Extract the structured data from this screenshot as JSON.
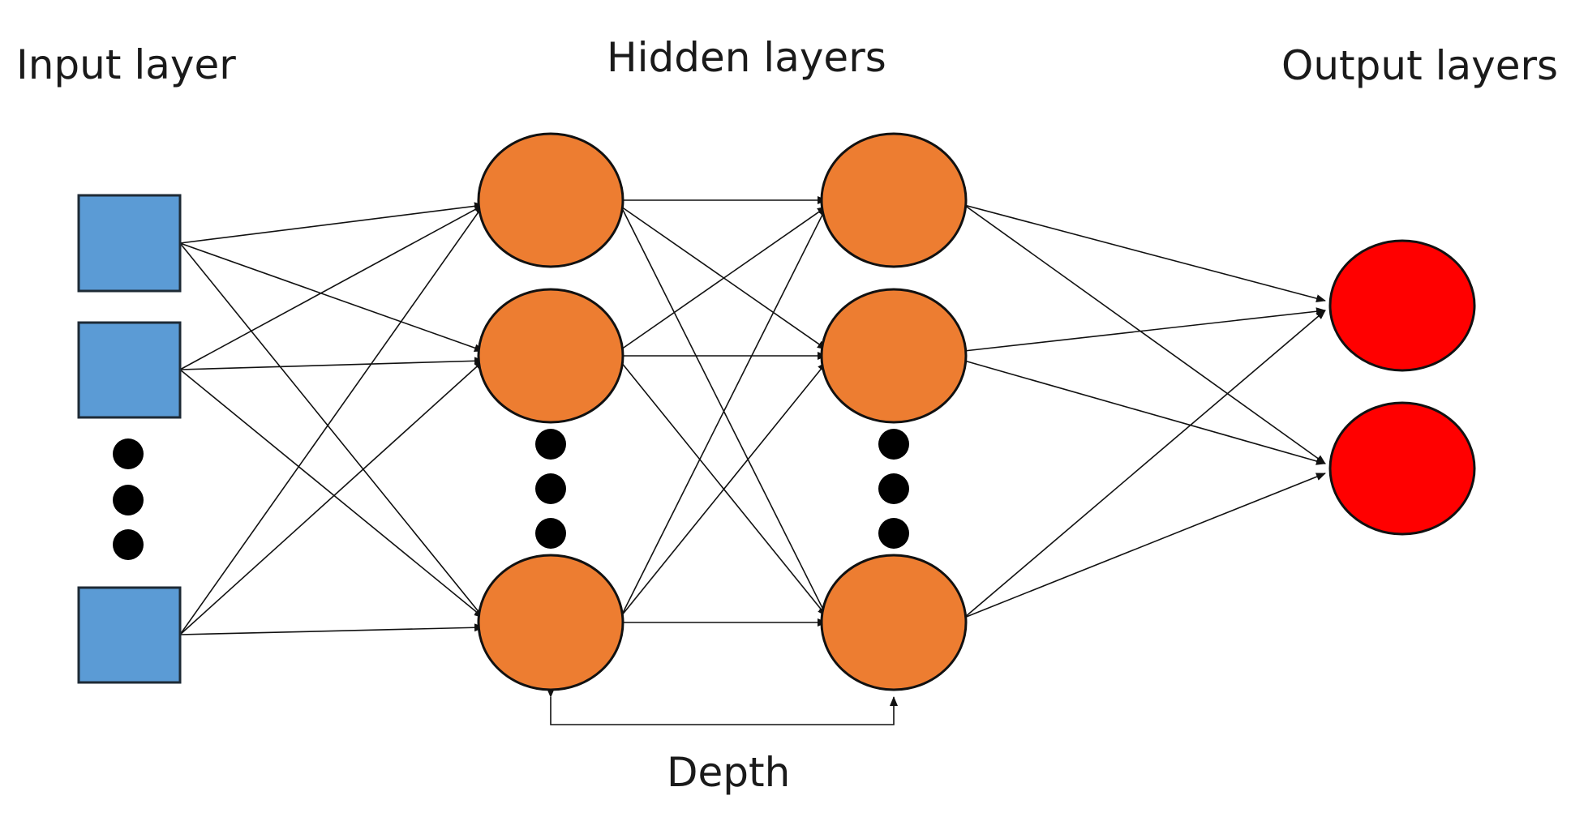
{
  "labels": {
    "input": "Input layer",
    "hidden": "Hidden layers",
    "output": "Output layers",
    "depth": "Depth"
  },
  "colors": {
    "input_node": "#5b9bd5",
    "hidden_node": "#ed7d31",
    "output_node": "#ff0000",
    "edge": "#111111",
    "ellipsis_dot": "#000000"
  },
  "layers": [
    {
      "name": "input",
      "shape": "square",
      "visible_nodes": 3,
      "ellipsis": true
    },
    {
      "name": "hidden-1",
      "shape": "circle",
      "visible_nodes": 3,
      "ellipsis": true
    },
    {
      "name": "hidden-2",
      "shape": "circle",
      "visible_nodes": 3,
      "ellipsis": true
    },
    {
      "name": "output",
      "shape": "circle",
      "visible_nodes": 2,
      "ellipsis": false
    }
  ],
  "connectivity": "fully-connected",
  "depth_bracket": {
    "from": "hidden-1",
    "to": "hidden-2"
  }
}
